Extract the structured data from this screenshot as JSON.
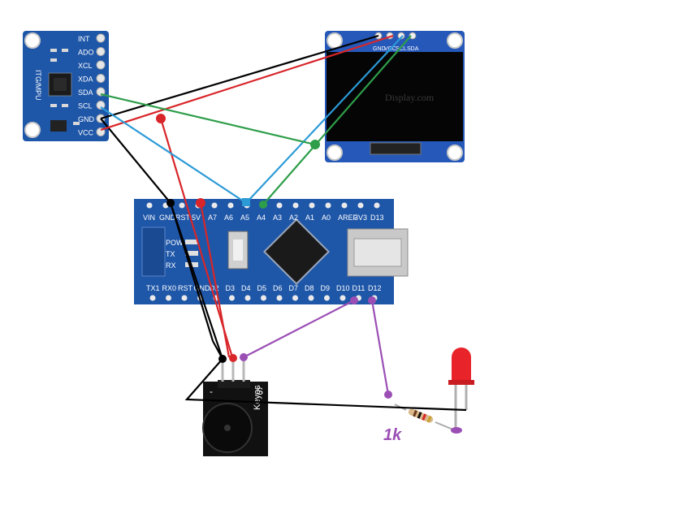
{
  "mpu": {
    "pins": [
      "INT",
      "ADO",
      "XCL",
      "XDA",
      "SDA",
      "SCL",
      "GND",
      "VCC"
    ],
    "model": "ITG/MPU"
  },
  "oled": {
    "pins": [
      "GND",
      "VCC",
      "SCL",
      "SDA"
    ],
    "watermark": "Display.com"
  },
  "nano": {
    "top_pins": [
      "VIN",
      "GND",
      "RST",
      "5V",
      "A7",
      "A6",
      "A5",
      "A4",
      "A3",
      "A2",
      "A1",
      "A0",
      "AREF",
      "3V3",
      "D13"
    ],
    "bottom_pins": [
      "TX1",
      "RX0",
      "RST",
      "GND",
      "D2",
      "D3",
      "D4",
      "D5",
      "D6",
      "D7",
      "D8",
      "D9",
      "D10",
      "D11",
      "D12"
    ],
    "leds": [
      "POW",
      "TX",
      "RX"
    ]
  },
  "buzzer": {
    "minus": "-",
    "signal": "S",
    "brand": "Keyes"
  },
  "resistor": {
    "label": "1k"
  },
  "colors": {
    "board_blue": "#1e56a8",
    "wire_black": "#000000",
    "wire_red": "#d8262a",
    "wire_blue": "#2b9ad6",
    "wire_green": "#2e9e4a",
    "wire_purple": "#9b4fb5",
    "led_red": "#e8232a"
  }
}
